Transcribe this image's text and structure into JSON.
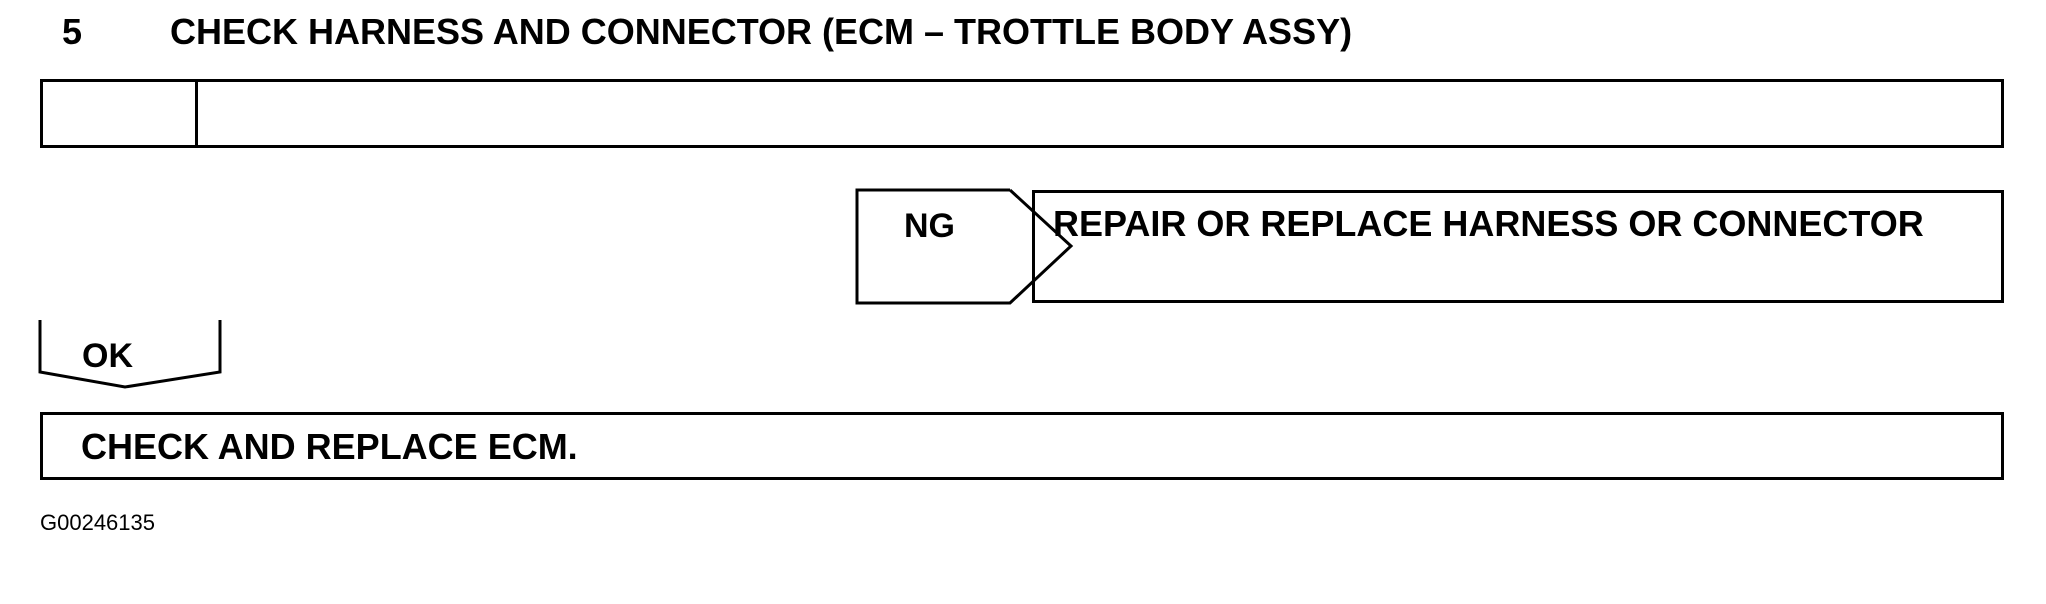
{
  "step": {
    "number": "5",
    "title": "CHECK HARNESS AND CONNECTOR (ECM – TROTTLE BODY ASSY)"
  },
  "ng_branch": {
    "label": "NG",
    "action": "REPAIR OR REPLACE HARNESS OR CONNECTOR"
  },
  "ok_branch": {
    "label": "OK",
    "action": "CHECK AND REPLACE ECM."
  },
  "figure_code": "G00246135"
}
